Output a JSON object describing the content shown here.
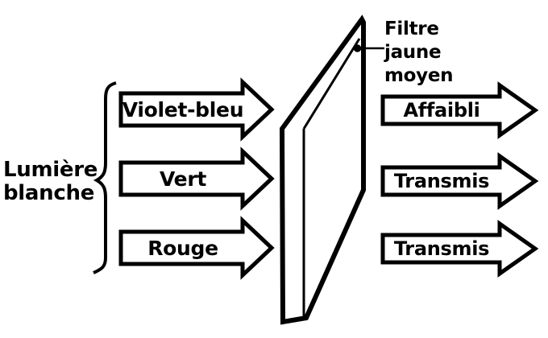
{
  "diagram": {
    "source_label": {
      "line1": "Lumière",
      "line2": "blanche"
    },
    "input_arrows": [
      {
        "label": "Violet-bleu"
      },
      {
        "label": "Vert"
      },
      {
        "label": "Rouge"
      }
    ],
    "filter_label_lines": [
      "Filtre",
      "jaune",
      "moyen"
    ],
    "output_arrows": [
      {
        "label": "Affaibli"
      },
      {
        "label": "Transmis"
      },
      {
        "label": "Transmis"
      }
    ],
    "colors": {
      "ink": "#000000",
      "background": "#ffffff"
    }
  }
}
